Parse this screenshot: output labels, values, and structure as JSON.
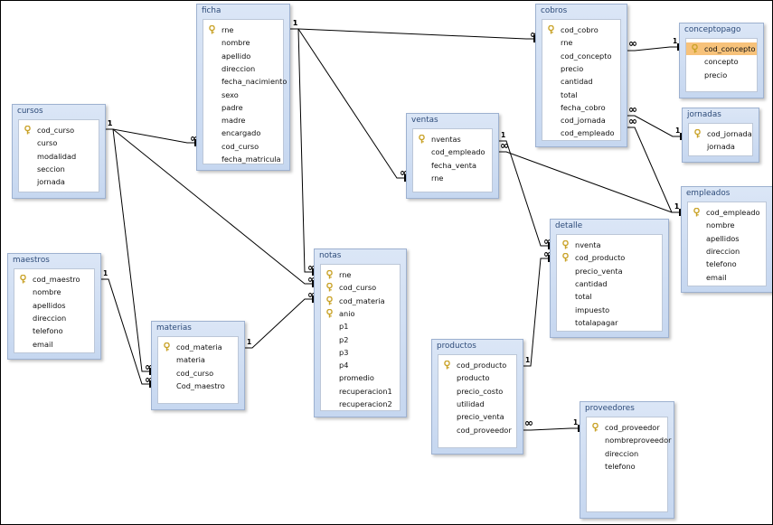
{
  "tables": [
    {
      "id": "ficha",
      "title": "ficha",
      "fields": [
        {
          "name": "rne",
          "pk": true
        },
        {
          "name": "nombre"
        },
        {
          "name": "apellido"
        },
        {
          "name": "direccion"
        },
        {
          "name": "fecha_nacimiento"
        },
        {
          "name": "sexo"
        },
        {
          "name": "padre"
        },
        {
          "name": "madre"
        },
        {
          "name": "encargado"
        },
        {
          "name": "cod_curso"
        },
        {
          "name": "fecha_matricula"
        }
      ]
    },
    {
      "id": "cobros",
      "title": "cobros",
      "fields": [
        {
          "name": "cod_cobro",
          "pk": true
        },
        {
          "name": "rne"
        },
        {
          "name": "cod_concepto"
        },
        {
          "name": "precio"
        },
        {
          "name": "cantidad"
        },
        {
          "name": "total"
        },
        {
          "name": "fecha_cobro"
        },
        {
          "name": "cod_jornada"
        },
        {
          "name": "cod_empleado"
        }
      ]
    },
    {
      "id": "conceptopago",
      "title": "conceptopago",
      "fields": [
        {
          "name": "cod_concepto",
          "pk": true,
          "selected": true
        },
        {
          "name": "concepto"
        },
        {
          "name": "precio"
        }
      ]
    },
    {
      "id": "cursos",
      "title": "cursos",
      "fields": [
        {
          "name": "cod_curso",
          "pk": true
        },
        {
          "name": "curso"
        },
        {
          "name": "modalidad"
        },
        {
          "name": "seccion"
        },
        {
          "name": "jornada"
        }
      ]
    },
    {
      "id": "jornadas",
      "title": "jornadas",
      "fields": [
        {
          "name": "cod_jornada",
          "pk": true
        },
        {
          "name": "jornada"
        }
      ]
    },
    {
      "id": "ventas",
      "title": "ventas",
      "fields": [
        {
          "name": "nventas",
          "pk": true
        },
        {
          "name": "cod_empleado"
        },
        {
          "name": "fecha_venta"
        },
        {
          "name": "rne"
        }
      ]
    },
    {
      "id": "empleados",
      "title": "empleados",
      "fields": [
        {
          "name": "cod_empleado",
          "pk": true
        },
        {
          "name": "nombre"
        },
        {
          "name": "apellidos"
        },
        {
          "name": "direccion"
        },
        {
          "name": "telefono"
        },
        {
          "name": "email"
        }
      ]
    },
    {
      "id": "detalle",
      "title": "detalle",
      "fields": [
        {
          "name": "nventa",
          "pk": true
        },
        {
          "name": "cod_producto",
          "pk": true
        },
        {
          "name": "precio_venta"
        },
        {
          "name": "cantidad"
        },
        {
          "name": "total"
        },
        {
          "name": "impuesto"
        },
        {
          "name": "totalapagar"
        }
      ]
    },
    {
      "id": "maestros",
      "title": "maestros",
      "fields": [
        {
          "name": "cod_maestro",
          "pk": true
        },
        {
          "name": "nombre"
        },
        {
          "name": "apellidos"
        },
        {
          "name": "direccion"
        },
        {
          "name": "telefono"
        },
        {
          "name": "email"
        }
      ]
    },
    {
      "id": "notas",
      "title": "notas",
      "fields": [
        {
          "name": "rne",
          "pk": true
        },
        {
          "name": "cod_curso",
          "pk": true
        },
        {
          "name": "cod_materia",
          "pk": true
        },
        {
          "name": "anio",
          "pk": true
        },
        {
          "name": "p1"
        },
        {
          "name": "p2"
        },
        {
          "name": "p3"
        },
        {
          "name": "p4"
        },
        {
          "name": "promedio"
        },
        {
          "name": "recuperacion1"
        },
        {
          "name": "recuperacion2"
        }
      ]
    },
    {
      "id": "materias",
      "title": "materias",
      "fields": [
        {
          "name": "cod_materia",
          "pk": true
        },
        {
          "name": "materia"
        },
        {
          "name": "cod_curso"
        },
        {
          "name": "Cod_maestro"
        }
      ]
    },
    {
      "id": "productos",
      "title": "productos",
      "fields": [
        {
          "name": "cod_producto",
          "pk": true
        },
        {
          "name": "producto"
        },
        {
          "name": "precio_costo"
        },
        {
          "name": "utilidad"
        },
        {
          "name": "precio_venta"
        },
        {
          "name": "cod_proveedor"
        }
      ]
    },
    {
      "id": "proveedores",
      "title": "proveedores",
      "fields": [
        {
          "name": "cod_proveedor",
          "pk": true
        },
        {
          "name": "nombreproveedor"
        },
        {
          "name": "direccion"
        },
        {
          "name": "telefono"
        }
      ]
    }
  ],
  "relationships": [
    {
      "id": "ficha-cobros",
      "one": "ficha",
      "many": "cobros",
      "one_label": "1",
      "many_label": "∞"
    },
    {
      "id": "ficha-ventas",
      "one": "ficha",
      "many": "ventas",
      "one_label": "1",
      "many_label": "∞"
    },
    {
      "id": "ficha-notas",
      "one": "ficha",
      "many": "notas",
      "one_label": "1",
      "many_label": "∞"
    },
    {
      "id": "cursos-ficha",
      "one": "cursos",
      "many": "ficha",
      "one_label": "1",
      "many_label": "∞"
    },
    {
      "id": "cursos-notas",
      "one": "cursos",
      "many": "notas",
      "one_label": "1",
      "many_label": "∞"
    },
    {
      "id": "cursos-materias",
      "one": "cursos",
      "many": "materias",
      "one_label": "1",
      "many_label": "∞"
    },
    {
      "id": "maestros-materias",
      "one": "maestros",
      "many": "materias",
      "one_label": "1",
      "many_label": "∞"
    },
    {
      "id": "materias-notas",
      "one": "materias",
      "many": "notas",
      "one_label": "1",
      "many_label": "∞"
    },
    {
      "id": "conceptopago-cobros",
      "one": "conceptopago",
      "many": "cobros",
      "one_label": "1",
      "many_label": "∞"
    },
    {
      "id": "jornadas-cobros",
      "one": "jornadas",
      "many": "cobros",
      "one_label": "1",
      "many_label": "∞"
    },
    {
      "id": "empleados-cobros",
      "one": "empleados",
      "many": "cobros",
      "one_label": "1",
      "many_label": "∞"
    },
    {
      "id": "empleados-ventas",
      "one": "empleados",
      "many": "ventas",
      "one_label": "1",
      "many_label": "∞"
    },
    {
      "id": "ventas-detalle",
      "one": "ventas",
      "many": "detalle",
      "one_label": "1",
      "many_label": "∞"
    },
    {
      "id": "productos-detalle",
      "one": "productos",
      "many": "detalle",
      "one_label": "1",
      "many_label": "∞"
    },
    {
      "id": "proveedores-productos",
      "one": "proveedores",
      "many": "productos",
      "one_label": "1",
      "many_label": "∞"
    }
  ],
  "colors": {
    "title_bar": "#c6d7f0",
    "border": "#9db1d0",
    "selected_field": "#f7c27a",
    "key_icon": "#c9a227",
    "line": "#000000"
  }
}
